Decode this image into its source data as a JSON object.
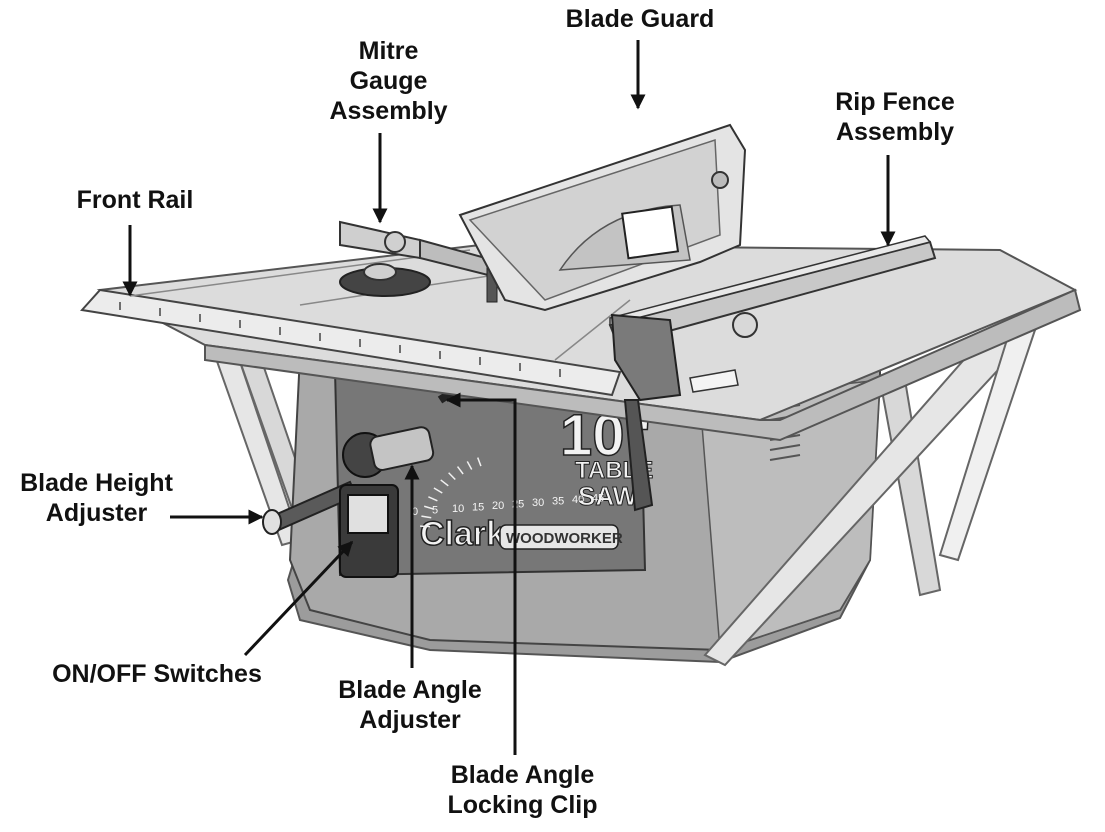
{
  "labels": {
    "mitre": [
      "Mitre",
      "Gauge",
      "Assembly"
    ],
    "blade_guard": "Blade Guard",
    "rip_fence": [
      "Rip Fence",
      "Assembly"
    ],
    "front_rail": "Front Rail",
    "blade_height": [
      "Blade Height",
      "Adjuster"
    ],
    "onoff": "ON/OFF Switches",
    "blade_angle_adj": [
      "Blade Angle",
      "Adjuster"
    ],
    "locking_clip": [
      "Blade Angle",
      "Locking Clip"
    ]
  },
  "saw_markings": {
    "size_line1": "10\"",
    "size_line2": "TABLE",
    "size_line3": "SAW",
    "brand": "Clarke",
    "model": "WOODWORKER",
    "scale": [
      "0",
      "5",
      "10",
      "15",
      "20",
      "25",
      "30",
      "35",
      "40",
      "45"
    ]
  },
  "colors": {
    "table": "#dcdcdc",
    "body": "#a9a9a9",
    "legs": "#e6e6e6",
    "dark": "#333333",
    "guard": "#e2e2e2",
    "ink": "#111111"
  }
}
